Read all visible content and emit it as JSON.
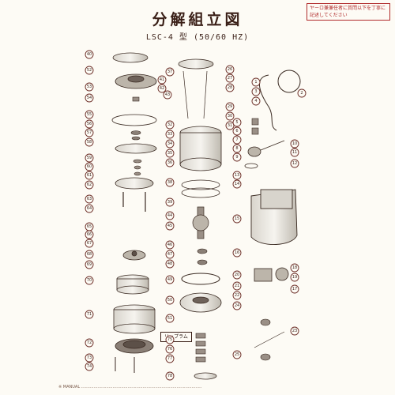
{
  "title": "分解組立図",
  "subtitle": "LSC-4 型 (50/60 HZ)",
  "note": "ヤーロ兼兼任者に質問以下を丁寧に記述してください",
  "footnote": "※ MANUAL ................................................................................................",
  "callout_box_label": "リップラム",
  "callouts": {
    "c1": "1",
    "c2": "2",
    "c3": "3",
    "c4": "4",
    "c5": "5",
    "c6": "6",
    "c7": "7",
    "c8": "8",
    "c9": "9",
    "c10": "10",
    "c11": "11",
    "c12": "12",
    "c13": "13",
    "c14": "14",
    "c15": "15",
    "c16": "16",
    "c17": "17",
    "c18": "18",
    "c19": "19",
    "c20": "20",
    "c21": "21",
    "c22": "22",
    "c23": "23",
    "c24": "24",
    "c25": "25",
    "c26": "26",
    "c27": "27",
    "c28": "28",
    "c29": "29",
    "c30": "30",
    "c31": "31",
    "c32": "32",
    "c33": "33",
    "c34": "34",
    "c35": "35",
    "c36": "36",
    "c37": "37",
    "c38": "38",
    "c39": "39",
    "c40": "40",
    "c41": "41",
    "c42": "42",
    "c43": "43",
    "c44": "44",
    "c45": "45",
    "c46": "46",
    "c47": "47",
    "c48": "48",
    "c49": "49",
    "c50": "50",
    "c51": "51",
    "c52": "52",
    "c53": "53",
    "c54": "54",
    "c55": "55",
    "c56": "56",
    "c57": "57",
    "c58": "58",
    "c59": "59",
    "c60": "60",
    "c61": "61",
    "c62": "62",
    "c63": "63",
    "c64": "64",
    "c65": "65",
    "c66": "66",
    "c67": "67",
    "c68": "68",
    "c69": "69",
    "c70": "70",
    "c71": "71",
    "c72": "72",
    "c73": "73",
    "c74": "74",
    "c75": "75",
    "c76": "76",
    "c77": "77",
    "c78": "78"
  }
}
